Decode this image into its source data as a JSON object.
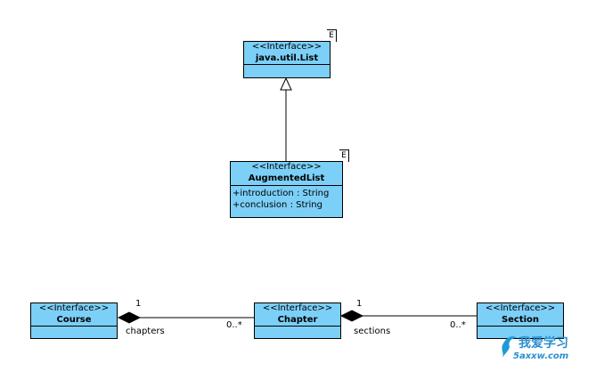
{
  "classes": {
    "list": {
      "stereotype": "<<Interface>>",
      "name": "java.util.List",
      "tag": "E"
    },
    "augmented": {
      "stereotype": "<<Interface>>",
      "name": "AugmentedList",
      "tag": "E",
      "attributes": [
        "+introduction : String",
        "+conclusion : String"
      ]
    },
    "course": {
      "stereotype": "<<Interface>>",
      "name": "Course"
    },
    "chapter": {
      "stereotype": "<<Interface>>",
      "name": "Chapter"
    },
    "section": {
      "stereotype": "<<Interface>>",
      "name": "Section"
    }
  },
  "associations": {
    "course_chapter": {
      "source_mult": "1",
      "role": "chapters",
      "target_mult": "0..*"
    },
    "chapter_section": {
      "source_mult": "1",
      "role": "sections",
      "target_mult": "0..*"
    }
  },
  "watermark": {
    "text_cn": "我爱学习",
    "url": "5axxw.com"
  },
  "colors": {
    "box_fill": "#7ccff7",
    "line": "#000000"
  }
}
